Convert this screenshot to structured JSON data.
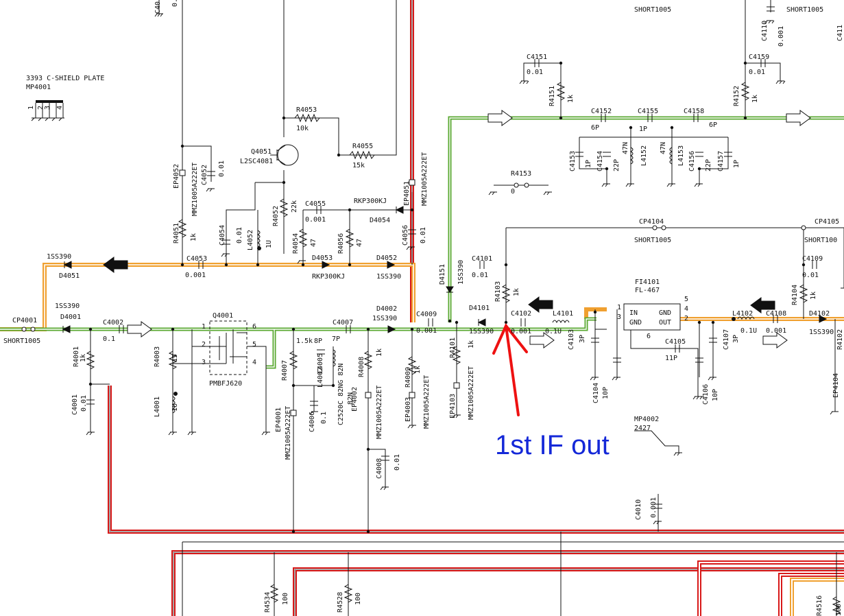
{
  "annotation": {
    "text": "1st IF out"
  },
  "colors": {
    "green_path": "#5aa832",
    "orange_path": "#f0a030",
    "red_path": "#d81818",
    "annotation": "#1428d8",
    "arrow": "#ee1111"
  },
  "shield": {
    "title": "3393 C-SHIELD PLATE",
    "ref": "MP4001",
    "pins": [
      "1",
      "2",
      "3",
      "4"
    ]
  },
  "mp4002": {
    "ref": "MP4002",
    "value": "2427"
  },
  "filter": {
    "ref": "FI4101",
    "part": "FL-467",
    "in": "IN",
    "gnd_l": "GND",
    "gnd_r": "GND",
    "out": "OUT",
    "pins": [
      "1",
      "3",
      "5",
      "4",
      "2",
      "6"
    ]
  },
  "transistor_q4051": {
    "ref": "Q4051",
    "part": "L2SC4081"
  },
  "fet_q4001": {
    "ref": "Q4001",
    "part": "PMBFJ620",
    "pins": [
      "1",
      "2",
      "3",
      "4",
      "5",
      "6"
    ]
  },
  "labels_h": [
    {
      "id": "C4152",
      "text": "C4152"
    },
    {
      "id": "C4155",
      "text": "C4155"
    },
    {
      "id": "C4158",
      "text": "C4158"
    },
    {
      "id": "C4151",
      "text": "C4151"
    },
    {
      "id": "C4151v",
      "text": "0.01"
    },
    {
      "id": "C4159",
      "text": "C4159"
    },
    {
      "id": "C4159v",
      "text": "0.01"
    },
    {
      "id": "6P_a",
      "text": "6P"
    },
    {
      "id": "1P_a",
      "text": "1P"
    },
    {
      "id": "6P_b",
      "text": "6P"
    },
    {
      "id": "SHORT_top1",
      "text": "SHORT1005"
    },
    {
      "id": "SHORT_top2",
      "text": "SHORT1005"
    },
    {
      "id": "R4053",
      "text": "R4053"
    },
    {
      "id": "R4053v",
      "text": "10k"
    },
    {
      "id": "R4055",
      "text": "R4055"
    },
    {
      "id": "R4055v",
      "text": "15k"
    },
    {
      "id": "R4153",
      "text": "R4153"
    },
    {
      "id": "R4153v",
      "text": "0"
    },
    {
      "id": "C4055",
      "text": "C4055"
    },
    {
      "id": "C4055v",
      "text": "0.001"
    },
    {
      "id": "RKP1",
      "text": "RKP300KJ"
    },
    {
      "id": "D4054",
      "text": "D4054"
    },
    {
      "id": "CP4104",
      "text": "CP4104"
    },
    {
      "id": "CP4104v",
      "text": "SHORT1005"
    },
    {
      "id": "CP4105",
      "text": "CP4105"
    },
    {
      "id": "CP4105v",
      "text": "SHORT100"
    },
    {
      "id": "1SS390_a",
      "text": "1SS390"
    },
    {
      "id": "D4051",
      "text": "D4051"
    },
    {
      "id": "C4053",
      "text": "C4053"
    },
    {
      "id": "C4053v",
      "text": "0.001"
    },
    {
      "id": "D4053",
      "text": "D4053"
    },
    {
      "id": "RKP2",
      "text": "RKP300KJ"
    },
    {
      "id": "D4052",
      "text": "D4052"
    },
    {
      "id": "1SS390_b",
      "text": "1SS390"
    },
    {
      "id": "C4101",
      "text": "C4101"
    },
    {
      "id": "C4101v",
      "text": "0.01"
    },
    {
      "id": "C4109",
      "text": "C4109"
    },
    {
      "id": "C4109v",
      "text": "0.01"
    },
    {
      "id": "1SS390_c",
      "text": "1SS390"
    },
    {
      "id": "D4001",
      "text": "D4001"
    },
    {
      "id": "CP4001",
      "text": "CP4001"
    },
    {
      "id": "SHORT_left",
      "text": "SHORT1005"
    },
    {
      "id": "C4002",
      "text": "C4002"
    },
    {
      "id": "C4002v",
      "text": "0.1"
    },
    {
      "id": "C4007",
      "text": "C4007"
    },
    {
      "id": "D4002",
      "text": "D4002"
    },
    {
      "id": "1SS390_d",
      "text": "1SS390"
    },
    {
      "id": "C4009",
      "text": "C4009"
    },
    {
      "id": "C4009v",
      "text": "0.001"
    },
    {
      "id": "D4101",
      "text": "D4101"
    },
    {
      "id": "1SS390_e",
      "text": "1SS390"
    },
    {
      "id": "C4102",
      "text": "C4102"
    },
    {
      "id": "C4102v",
      "text": "0.001"
    },
    {
      "id": "L4101",
      "text": "L4101"
    },
    {
      "id": "L4101v",
      "text": "0.1U"
    },
    {
      "id": "L4102",
      "text": "L4102"
    },
    {
      "id": "L4102v",
      "text": "0.1U"
    },
    {
      "id": "C4108",
      "text": "C4108"
    },
    {
      "id": "C4108v",
      "text": "0.001"
    },
    {
      "id": "D4102",
      "text": "D4102"
    },
    {
      "id": "1SS390_f",
      "text": "1SS390"
    },
    {
      "id": "C4105",
      "text": "C4105"
    },
    {
      "id": "C4105v",
      "text": "11P"
    },
    {
      "id": "8P",
      "text": "8P"
    },
    {
      "id": "7P",
      "text": "7P"
    },
    {
      "id": "1.5k",
      "text": "1.5k"
    }
  ],
  "labels_v": [
    {
      "id": "R4151",
      "text": "R4151"
    },
    {
      "id": "R4151v",
      "text": "1k"
    },
    {
      "id": "R4152",
      "text": "R4152"
    },
    {
      "id": "R4152v",
      "text": "1k"
    },
    {
      "id": "C4110",
      "text": "C4110"
    },
    {
      "id": "C4110v",
      "text": "0.001"
    },
    {
      "id": "C411x",
      "text": "C411"
    },
    {
      "id": "C4153",
      "text": "C4153"
    },
    {
      "id": "C4153v",
      "text": "1P"
    },
    {
      "id": "C4154",
      "text": "C4154"
    },
    {
      "id": "C4154v",
      "text": "22P"
    },
    {
      "id": "L4152",
      "text": "L4152"
    },
    {
      "id": "L4152v",
      "text": "47N"
    },
    {
      "id": "L4153",
      "text": "L4153"
    },
    {
      "id": "L4153v",
      "text": "47N"
    },
    {
      "id": "C4156",
      "text": "C4156"
    },
    {
      "id": "C4156v",
      "text": "22P"
    },
    {
      "id": "C4157",
      "text": "C4157"
    },
    {
      "id": "C4157v",
      "text": "1P"
    },
    {
      "id": "EP4052",
      "text": "EP4052"
    },
    {
      "id": "EP4052p",
      "text": "MMZ1005A222ET"
    },
    {
      "id": "C4052",
      "text": "C4052"
    },
    {
      "id": "C4052v",
      "text": "0.01"
    },
    {
      "id": "EP4051",
      "text": "EP4051"
    },
    {
      "id": "EP4051p",
      "text": "MMZ1005A222ET"
    },
    {
      "id": "R4051",
      "text": "R4051"
    },
    {
      "id": "R4051v",
      "text": "1k"
    },
    {
      "id": "C4054",
      "text": "C4054"
    },
    {
      "id": "C4054v",
      "text": "0.01"
    },
    {
      "id": "L4052",
      "text": "L4052"
    },
    {
      "id": "L4052v",
      "text": "1U"
    },
    {
      "id": "R4052",
      "text": "R4052"
    },
    {
      "id": "R4052v",
      "text": "22k"
    },
    {
      "id": "R4054",
      "text": "R4054"
    },
    {
      "id": "R4054v",
      "text": "47"
    },
    {
      "id": "R4056",
      "text": "R4056"
    },
    {
      "id": "R4056v",
      "text": "47"
    },
    {
      "id": "C4056",
      "text": "C4056"
    },
    {
      "id": "C4056v",
      "text": "0.01"
    },
    {
      "id": "D4151",
      "text": "D4151"
    },
    {
      "id": "D4151v",
      "text": "1SS390"
    },
    {
      "id": "R4103",
      "text": "R4103"
    },
    {
      "id": "R4103v",
      "text": "1k"
    },
    {
      "id": "R4104",
      "text": "R4104"
    },
    {
      "id": "R4104v",
      "text": "1k"
    },
    {
      "id": "R4001",
      "text": "R4001"
    },
    {
      "id": "R4001v",
      "text": "1k"
    },
    {
      "id": "C4001",
      "text": "C4001"
    },
    {
      "id": "C4001v",
      "text": "0.01"
    },
    {
      "id": "R4003",
      "text": "R4003"
    },
    {
      "id": "R4003v",
      "text": "15"
    },
    {
      "id": "L4001",
      "text": "L4001"
    },
    {
      "id": "L4001v",
      "text": "1U"
    },
    {
      "id": "R4007",
      "text": "R4007"
    },
    {
      "id": "C4005",
      "text": "C4005"
    },
    {
      "id": "L4002",
      "text": "L4002"
    },
    {
      "id": "L4002v",
      "text": "C2520C 82NG 82N"
    },
    {
      "id": "L4002w",
      "text": "82N"
    },
    {
      "id": "C4006",
      "text": "C4006"
    },
    {
      "id": "C4006v",
      "text": "0.1"
    },
    {
      "id": "EP4001",
      "text": "EP4001"
    },
    {
      "id": "EP4001p",
      "text": "MMZ1005A222ET"
    },
    {
      "id": "R4008",
      "text": "R4008"
    },
    {
      "id": "R4008v",
      "text": "1k"
    },
    {
      "id": "EP4002",
      "text": "EP4002"
    },
    {
      "id": "EP4002p",
      "text": "MMZ1005A222ET"
    },
    {
      "id": "R4009",
      "text": "R4009"
    },
    {
      "id": "R4009v",
      "text": "1k"
    },
    {
      "id": "EP4003",
      "text": "EP4003"
    },
    {
      "id": "EP4003p",
      "text": "MMZ1005A222ET"
    },
    {
      "id": "C4008",
      "text": "C4008"
    },
    {
      "id": "C4008v",
      "text": "0.01"
    },
    {
      "id": "R4101",
      "text": "R4101"
    },
    {
      "id": "R4101v",
      "text": "1k"
    },
    {
      "id": "EP4103",
      "text": "EP4103"
    },
    {
      "id": "EP4103p",
      "text": "MMZ1005A222ET"
    },
    {
      "id": "C4103",
      "text": "C4103"
    },
    {
      "id": "C4103v",
      "text": "3P"
    },
    {
      "id": "C4104",
      "text": "C4104"
    },
    {
      "id": "C4104v",
      "text": "10P"
    },
    {
      "id": "C4106",
      "text": "C4106"
    },
    {
      "id": "C4106v",
      "text": "10P"
    },
    {
      "id": "C4107",
      "text": "C4107"
    },
    {
      "id": "C4107v",
      "text": "3P"
    },
    {
      "id": "EP4104",
      "text": "EP4104"
    },
    {
      "id": "R4102",
      "text": "R4102"
    },
    {
      "id": "C4010",
      "text": "C4010"
    },
    {
      "id": "C4010v",
      "text": "0.001"
    },
    {
      "id": "R4534",
      "text": "R4534"
    },
    {
      "id": "R4534v",
      "text": "100"
    },
    {
      "id": "R4528",
      "text": "R4528"
    },
    {
      "id": "R4528v",
      "text": "100"
    },
    {
      "id": "R4516",
      "text": "R4516"
    },
    {
      "id": "R4516v",
      "text": "100"
    },
    {
      "id": "C40top",
      "text": "C40"
    },
    {
      "id": "C40topv",
      "text": "0.0"
    }
  ]
}
